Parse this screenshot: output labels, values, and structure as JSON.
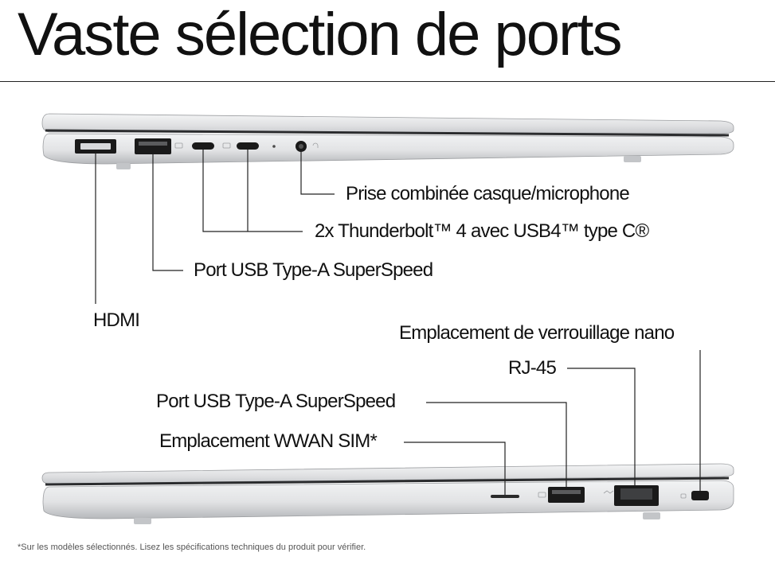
{
  "title": "Vaste sélection de ports",
  "top_view_labels": {
    "audio_jack": "Prise combinée casque/microphone",
    "thunderbolt": "2x Thunderbolt™ 4 avec USB4™ type C®",
    "usb_a": "Port USB Type-A SuperSpeed",
    "hdmi": "HDMI"
  },
  "bottom_view_labels": {
    "nano_lock": "Emplacement de verrouillage nano",
    "rj45": "RJ-45",
    "usb_a": "Port USB Type-A SuperSpeed",
    "wwan_sim": "Emplacement WWAN SIM*"
  },
  "footnote": "*Sur les modèles sélectionnés. Lisez les spécifications techniques du produit pour vérifier.",
  "colors": {
    "text": "#111111",
    "laptop_silver": "#e4e5e7",
    "laptop_shadow": "#b9bbbe",
    "port_black": "#1a1a1a",
    "leader_line": "#222222"
  }
}
